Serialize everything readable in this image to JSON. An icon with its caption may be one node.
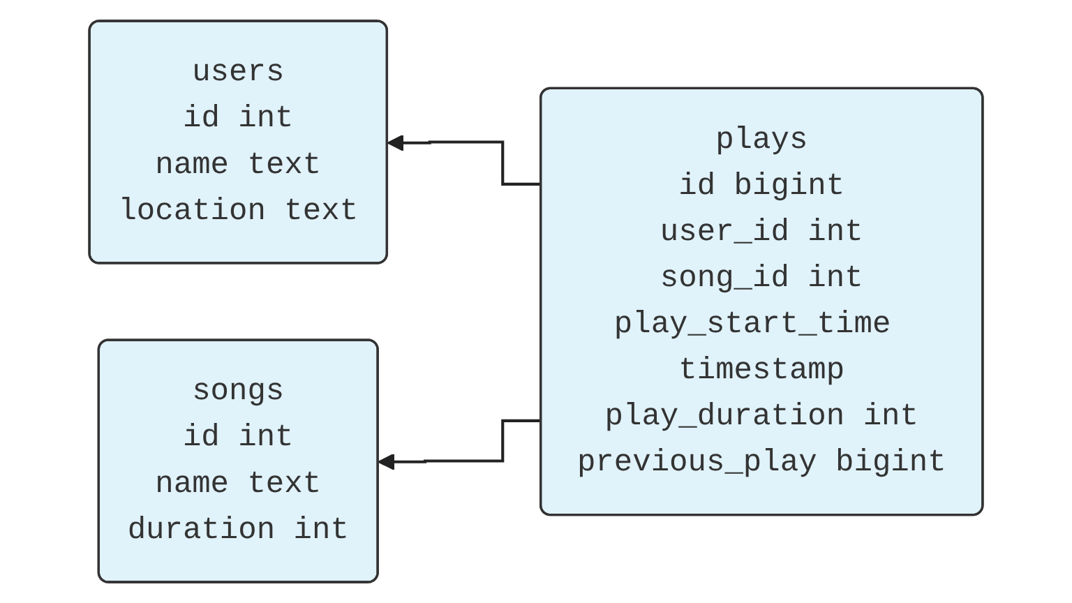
{
  "diagram": {
    "nodes": [
      {
        "text": [
          "users",
          "id int",
          "name text",
          "location text"
        ]
      },
      {
        "text": [
          "songs",
          "id int",
          "name text",
          "duration int"
        ]
      },
      {
        "text": [
          "plays",
          "id bigint",
          "user_id int",
          "song_id int",
          "play_start_time timestamp",
          "play_duration int",
          "previous_play bigint"
        ]
      }
    ],
    "edges": [
      {
        "from": 2,
        "to": 0,
        "arrow": "to"
      },
      {
        "from": 2,
        "to": 1,
        "arrow": "to"
      }
    ]
  }
}
